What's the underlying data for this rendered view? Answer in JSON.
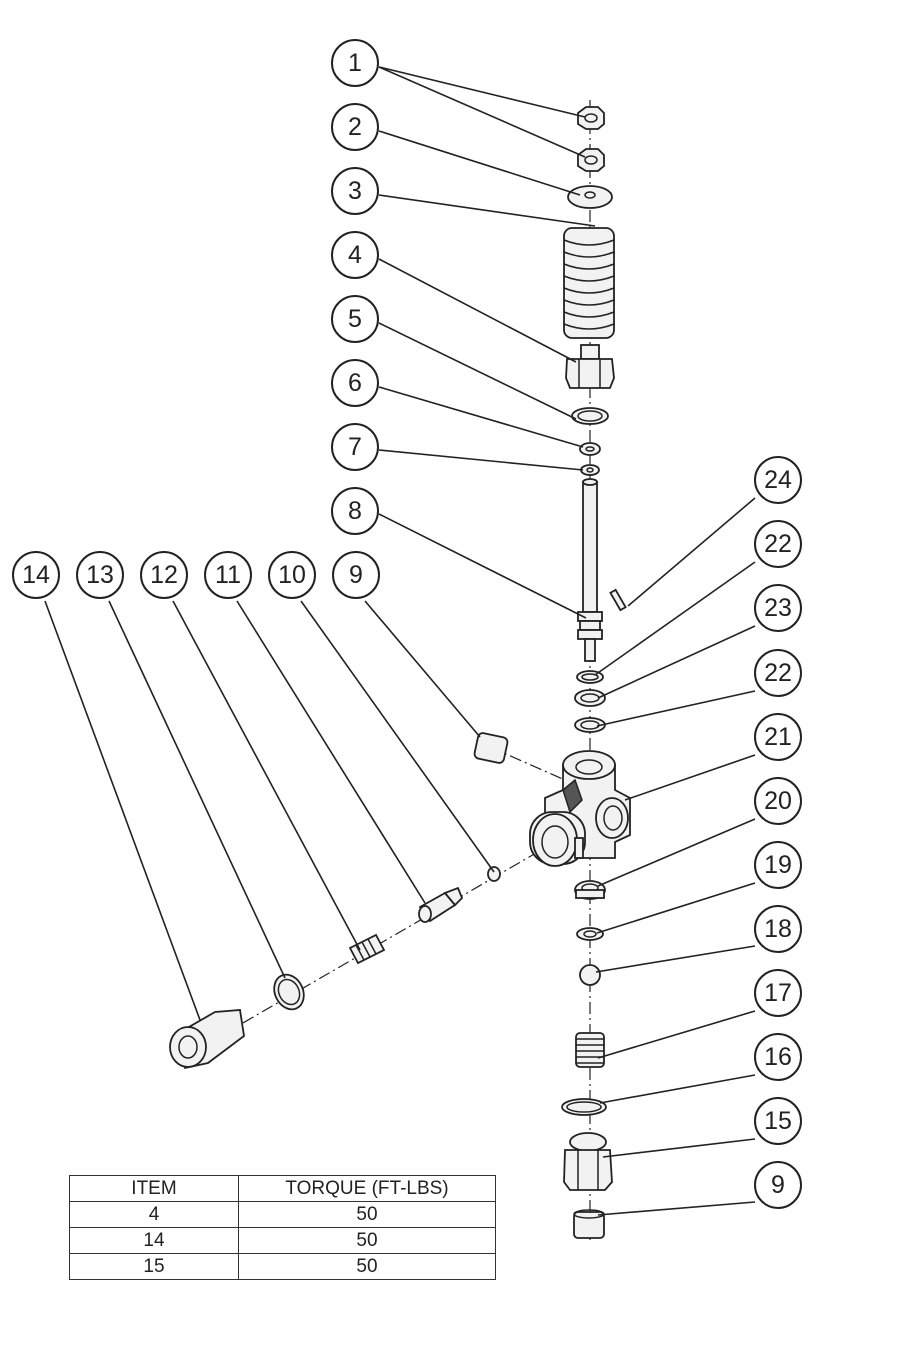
{
  "callouts": [
    {
      "label": "1"
    },
    {
      "label": "2"
    },
    {
      "label": "3"
    },
    {
      "label": "4"
    },
    {
      "label": "5"
    },
    {
      "label": "6"
    },
    {
      "label": "7"
    },
    {
      "label": "8"
    },
    {
      "label": "9"
    },
    {
      "label": "10"
    },
    {
      "label": "11"
    },
    {
      "label": "12"
    },
    {
      "label": "13"
    },
    {
      "label": "14"
    },
    {
      "label": "24"
    },
    {
      "label": "22"
    },
    {
      "label": "23"
    },
    {
      "label": "22"
    },
    {
      "label": "21"
    },
    {
      "label": "20"
    },
    {
      "label": "19"
    },
    {
      "label": "18"
    },
    {
      "label": "17"
    },
    {
      "label": "16"
    },
    {
      "label": "15"
    },
    {
      "label": "9"
    }
  ],
  "torque_table": {
    "headers": [
      "ITEM",
      "TORQUE (FT-LBS)"
    ],
    "rows": [
      [
        "4",
        "50"
      ],
      [
        "14",
        "50"
      ],
      [
        "15",
        "50"
      ]
    ]
  }
}
